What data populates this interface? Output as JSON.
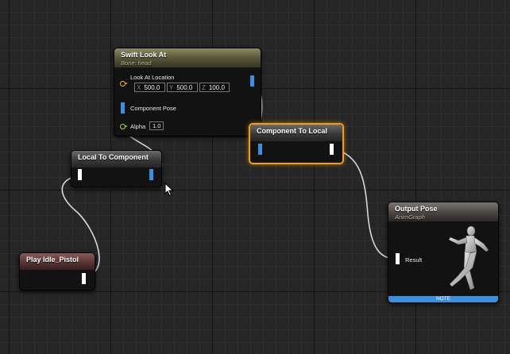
{
  "nodes": {
    "swift_look_at": {
      "title": "Swift Look At",
      "subtitle": "Bone: head",
      "look_at_label": "Look At Location",
      "x_axis": "X",
      "x_value": "500.0",
      "y_axis": "Y",
      "y_value": "500.0",
      "z_axis": "Z",
      "z_value": "100.0",
      "component_pose_label": "Component Pose",
      "alpha_label": "Alpha",
      "alpha_value": "1.0"
    },
    "component_to_local": {
      "title": "Component To Local"
    },
    "local_to_component": {
      "title": "Local To Component"
    },
    "play_idle": {
      "title": "Play Idle_Pistol"
    },
    "output_pose": {
      "title": "Output Pose",
      "subtitle": "AnimGraph",
      "result_label": "Result",
      "note_label": "NOTE"
    }
  },
  "colors": {
    "selection": "#f39f15",
    "pose_pin_local": "#ffffff",
    "pose_pin_component": "#3d8ede",
    "vector_pin": "#f0b33a",
    "float_pin": "#9fe03a",
    "wire": "#e6e6e6"
  },
  "icons": [
    "pose-pin-icon",
    "vector-pin-icon",
    "float-pin-icon",
    "mannequin-preview",
    "mouse-cursor-icon"
  ]
}
